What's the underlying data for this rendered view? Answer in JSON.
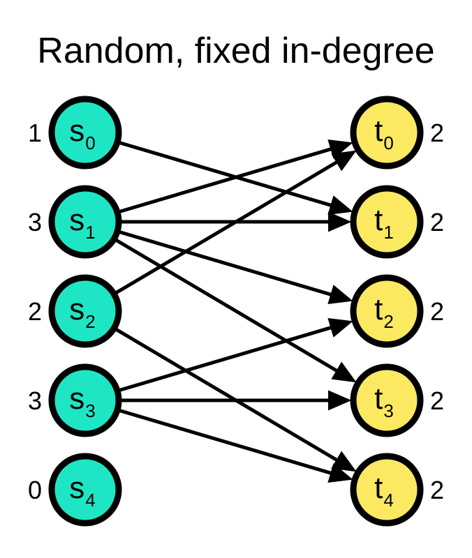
{
  "title": "Random, fixed in-degree",
  "colors": {
    "source_fill": "#1ee6c5",
    "target_fill": "#fbe961",
    "stroke": "#000000"
  },
  "sources": [
    {
      "id": "s0",
      "base": "s",
      "sub": "0",
      "degree": "1"
    },
    {
      "id": "s1",
      "base": "s",
      "sub": "1",
      "degree": "3"
    },
    {
      "id": "s2",
      "base": "s",
      "sub": "2",
      "degree": "2"
    },
    {
      "id": "s3",
      "base": "s",
      "sub": "3",
      "degree": "3"
    },
    {
      "id": "s4",
      "base": "s",
      "sub": "4",
      "degree": "0"
    }
  ],
  "targets": [
    {
      "id": "t0",
      "base": "t",
      "sub": "0",
      "degree": "2"
    },
    {
      "id": "t1",
      "base": "t",
      "sub": "1",
      "degree": "2"
    },
    {
      "id": "t2",
      "base": "t",
      "sub": "2",
      "degree": "2"
    },
    {
      "id": "t3",
      "base": "t",
      "sub": "3",
      "degree": "2"
    },
    {
      "id": "t4",
      "base": "t",
      "sub": "4",
      "degree": "2"
    }
  ],
  "edges": [
    {
      "from": "s0",
      "to": "t1"
    },
    {
      "from": "s1",
      "to": "t0"
    },
    {
      "from": "s1",
      "to": "t1"
    },
    {
      "from": "s1",
      "to": "t2"
    },
    {
      "from": "s1",
      "to": "t3"
    },
    {
      "from": "s2",
      "to": "t0"
    },
    {
      "from": "s2",
      "to": "t4"
    },
    {
      "from": "s3",
      "to": "t2"
    },
    {
      "from": "s3",
      "to": "t3"
    },
    {
      "from": "s3",
      "to": "t4"
    }
  ]
}
